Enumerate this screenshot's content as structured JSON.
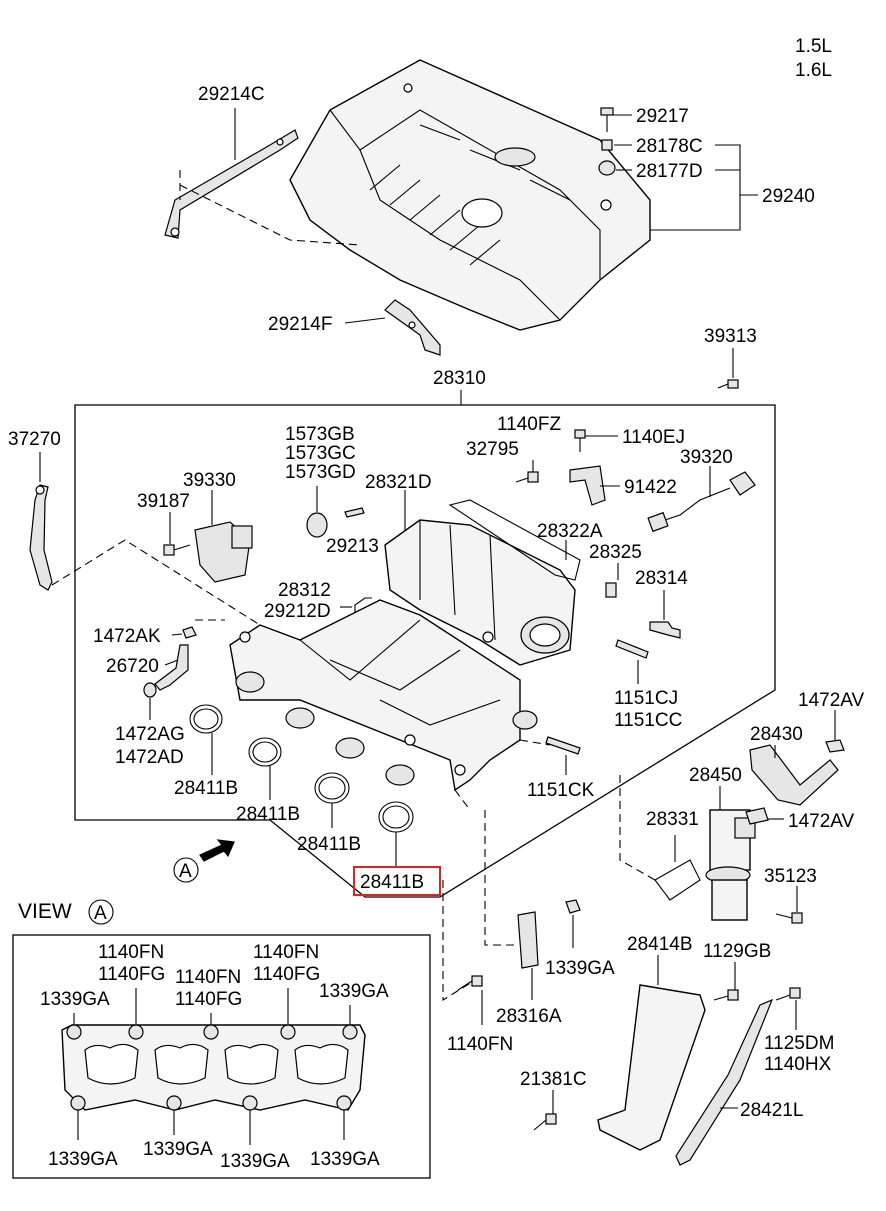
{
  "engine_variants": [
    "1.5L",
    "1.6L"
  ],
  "view_title": "VIEW",
  "view_marker": "A",
  "highlight_color": "#e0241c",
  "labels": {
    "p29214C": "29214C",
    "p29217": "29217",
    "p28178C": "28178C",
    "p28177D": "28177D",
    "p29240": "29240",
    "p29214F": "29214F",
    "p39313": "39313",
    "p28310": "28310",
    "p37270": "37270",
    "p1573GB": "1573GB",
    "p1573GC": "1573GC",
    "p1573GD": "1573GD",
    "p1140FZ": "1140FZ",
    "p1140EJ": "1140EJ",
    "p32795": "32795",
    "p39320": "39320",
    "p39330": "39330",
    "p28321D": "28321D",
    "p91422": "91422",
    "p39187": "39187",
    "p29213": "29213",
    "p28322A": "28322A",
    "p28325": "28325",
    "p28312": "28312",
    "p29212D": "29212D",
    "p28314": "28314",
    "p1472AK": "1472AK",
    "p26720": "26720",
    "p1151CJ": "1151CJ",
    "p1151CC": "1151CC",
    "p1472AV_a": "1472AV",
    "p1472AG": "1472AG",
    "p1472AD": "1472AD",
    "p28430": "28430",
    "p28411B_1": "28411B",
    "p28450": "28450",
    "p1151CK": "1151CK",
    "p28411B_2": "28411B",
    "p28331": "28331",
    "p1472AV_b": "1472AV",
    "p28411B_3": "28411B",
    "p35123": "35123",
    "p28411B_4": "28411B",
    "p28414B": "28414B",
    "p1129GB": "1129GB",
    "p1339GA_m": "1339GA",
    "p28316A": "28316A",
    "p1125DM": "1125DM",
    "p1140HX": "1140HX",
    "p1140FN_m": "1140FN",
    "p21381C": "21381C",
    "p28421L": "28421L"
  },
  "view_labels": {
    "v1140FN_a": "1140FN",
    "v1140FG_a": "1140FG",
    "v1140FN_b": "1140FN",
    "v1140FG_b": "1140FG",
    "v1140FN_c": "1140FN",
    "v1140FG_c": "1140FG",
    "v1339GA_tl": "1339GA",
    "v1339GA_tr": "1339GA",
    "v1339GA_b1": "1339GA",
    "v1339GA_b2": "1339GA",
    "v1339GA_b3": "1339GA",
    "v1339GA_b4": "1339GA"
  }
}
